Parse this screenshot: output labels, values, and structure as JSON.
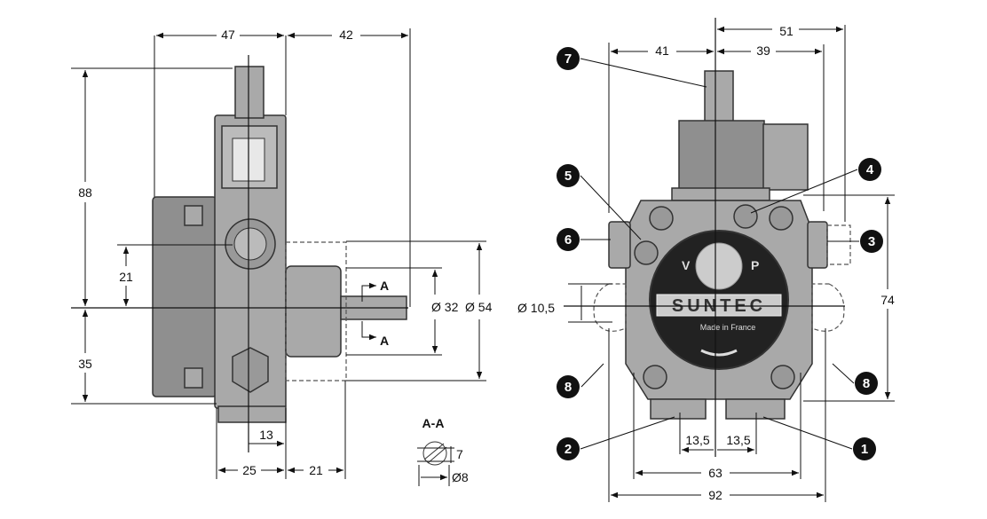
{
  "side_view": {
    "dim_top_left": "47",
    "dim_top_right": "42",
    "dim_height_total": "88",
    "dim_height_inlet": "21",
    "dim_height_lower": "35",
    "dim_bottom_13": "13",
    "dim_bottom_25": "25",
    "dim_bottom_21": "21",
    "dim_dia_32": "Ø 32",
    "dim_dia_54": "Ø 54",
    "section_mark": "A"
  },
  "section": {
    "title": "A-A",
    "dim_flat": "7",
    "dim_dia": "Ø8"
  },
  "front_view": {
    "dim_top_51": "51",
    "dim_top_41": "41",
    "dim_top_39": "39",
    "dim_dia_hole": "Ø 10,5",
    "dim_height_74": "74",
    "dim_bottom_13_5_left": "13,5",
    "dim_bottom_13_5_right": "13,5",
    "dim_bottom_63": "63",
    "dim_bottom_92": "92",
    "brand": "SUNTEC",
    "made_in": "Made in France",
    "port_v": "V",
    "port_p": "P",
    "callouts": [
      "1",
      "2",
      "3",
      "4",
      "5",
      "6",
      "7",
      "8",
      "8"
    ]
  },
  "colors": {
    "body": "#a9a9a9",
    "callout": "#111111"
  }
}
